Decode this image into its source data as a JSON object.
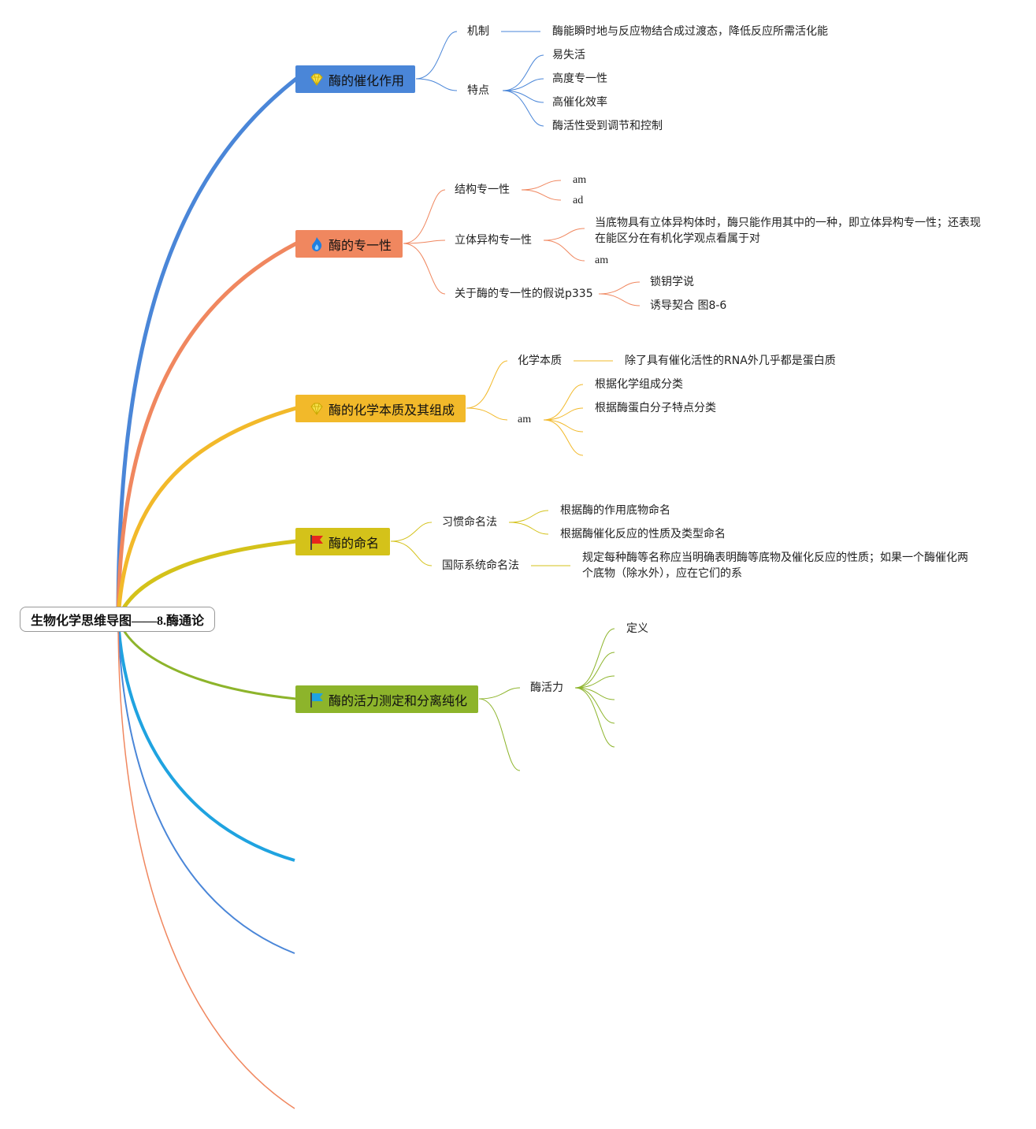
{
  "root": {
    "title": "生物化学思维导图——8.酶通论"
  },
  "colors": {
    "b1": "#4a86d8",
    "b2": "#f0875f",
    "b3": "#f2b92a",
    "b4": "#d4c21a",
    "b5": "#8db42b",
    "b6": "#1fa3e0",
    "b7": "#4a86d8",
    "b8": "#f0875f"
  },
  "branches": [
    {
      "label": "酶的催化作用",
      "icon": "diamond-icon",
      "children": [
        {
          "label": "机制",
          "children": [
            "酶能瞬时地与反应物结合成过渡态，降低反应所需活化能"
          ]
        },
        {
          "label": "特点",
          "children": [
            "易失活",
            "高度专一性",
            "高催化效率",
            "酶活性受到调节和控制"
          ]
        }
      ]
    },
    {
      "label": "酶的专一性",
      "icon": "flame-icon",
      "children": [
        {
          "label": "结构专一性",
          "children": [
            "am",
            "ad"
          ]
        },
        {
          "label": "立体异构专一性",
          "children": [
            "当底物具有立体异构体时，酶只能作用其中的一种，即立体异构专一性；还表现在能区分在有机化学观点看属于对",
            "am"
          ]
        },
        {
          "label": "关于酶的专一性的假说p335",
          "children": [
            "锁钥学说",
            "诱导契合 图8-6"
          ]
        }
      ]
    },
    {
      "label": "酶的化学本质及其组成",
      "icon": "diamond-icon",
      "children": [
        {
          "label": "化学本质",
          "children": [
            "除了具有催化活性的RNA外几乎都是蛋白质"
          ]
        },
        {
          "label": "am",
          "children": [
            "根据化学组成分类",
            "根据酶蛋白分子特点分类"
          ]
        }
      ]
    },
    {
      "label": "酶的命名",
      "icon": "red-flag-icon",
      "children": [
        {
          "label": "习惯命名法",
          "children": [
            "根据酶的作用底物命名",
            "根据酶催化反应的性质及类型命名"
          ]
        },
        {
          "label": "国际系统命名法",
          "children": [
            "规定每种酶等名称应当明确表明酶等底物及催化反应的性质；如果一个酶催化两个底物（除水外），应在它们的系"
          ]
        }
      ]
    },
    {
      "label": "酶的活力测定和分离纯化",
      "icon": "blue-flag-icon",
      "children": [
        {
          "label": "酶活力",
          "children": [
            "定义"
          ]
        }
      ]
    }
  ]
}
